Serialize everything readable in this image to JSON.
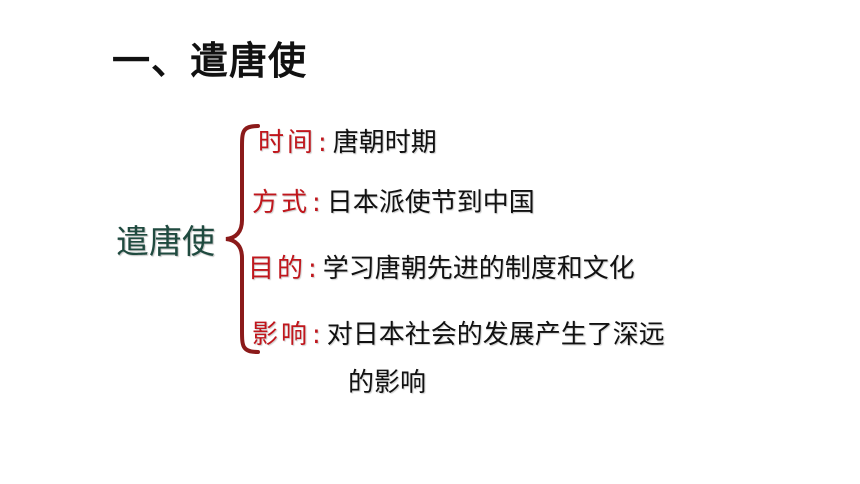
{
  "title": "一、遣唐使",
  "topic": "遣唐使",
  "colon": ":",
  "colors": {
    "label": "#c0161c",
    "brace": "#8b1a1a",
    "topic": "#1f4a3f",
    "text": "#111111"
  },
  "items": [
    {
      "label": "时间",
      "value": "唐朝时期"
    },
    {
      "label": "方式",
      "value": "日本派使节到中国"
    },
    {
      "label": "目的",
      "value": "学习唐朝先进的制度和文化"
    },
    {
      "label": "影响",
      "value": "对日本社会的发展产生了深远",
      "value_cont": "的影响"
    }
  ]
}
